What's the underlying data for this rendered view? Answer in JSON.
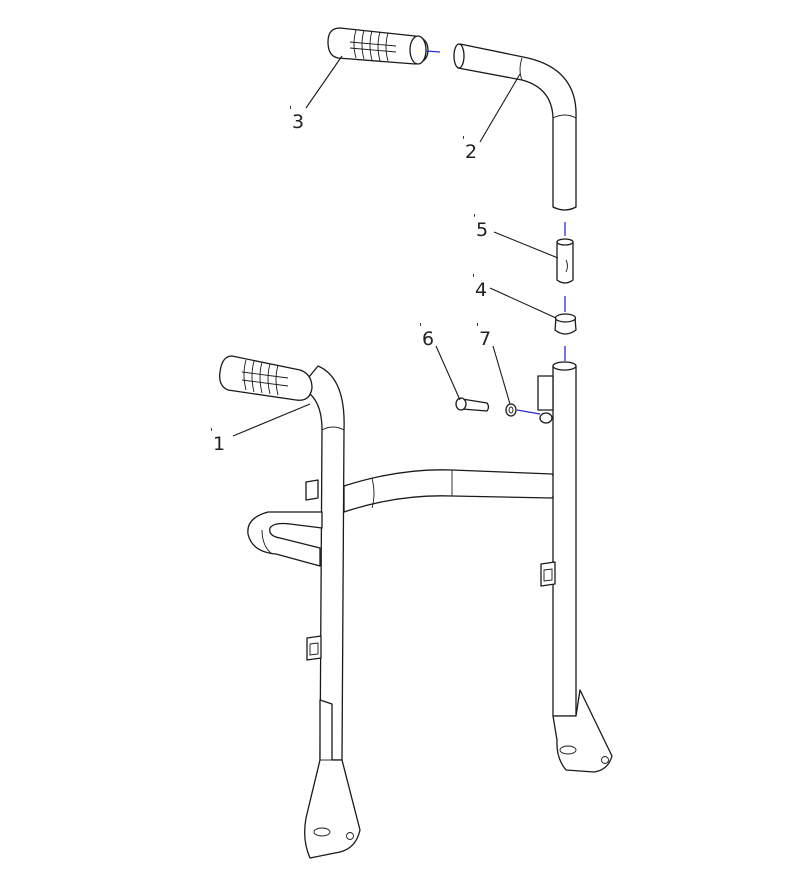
{
  "callouts": [
    {
      "id": "1",
      "text": "1"
    },
    {
      "id": "2",
      "text": "2"
    },
    {
      "id": "3",
      "text": "3"
    },
    {
      "id": "4",
      "text": "4"
    },
    {
      "id": "5",
      "text": "5"
    },
    {
      "id": "6",
      "text": "6"
    },
    {
      "id": "7",
      "text": "7"
    }
  ],
  "colors": {
    "line": "#1a1a1a",
    "assembly_axis": "#2b2bd6",
    "background": "#ffffff"
  }
}
